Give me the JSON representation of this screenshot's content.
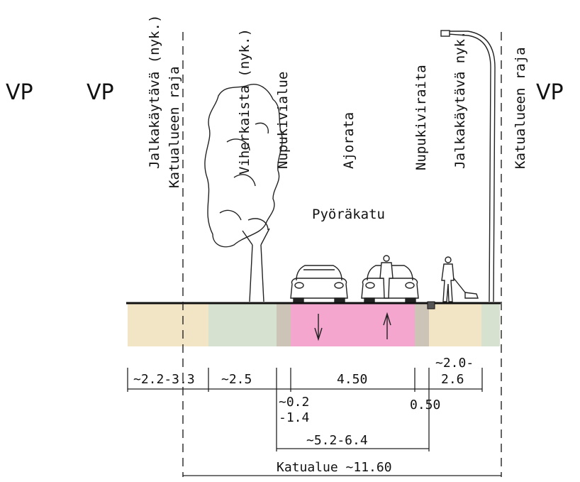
{
  "side_labels": {
    "left_outer": "VP",
    "left_inner": "VP",
    "right": "VP"
  },
  "vertical_labels": [
    "Jalkakäytävä (nyk.)",
    "Katualueen raja",
    "Viherkaista (nyk.)",
    "Nupukivialue",
    "Ajorata",
    "Nupukiviraita",
    "Jalkakäytävä nyk.",
    "Katualueen raja"
  ],
  "street_type": "Pyöräkatu",
  "zone_colors": {
    "sidewalk": "#f2e5c6",
    "green_strip": "#d6e2cf",
    "cobble": "#cdc4b8",
    "roadway": "#f4a6cf"
  },
  "dimensions": {
    "sidewalk_left": "~2.2-3.3",
    "green_strip": "~2.5",
    "roadway": "4.50",
    "sidewalk_right_line1": "~2.0-",
    "sidewalk_right_line2": "2.6",
    "cobble_left_line1": "~0.2",
    "cobble_left_line2": "-1.4",
    "cobble_right": "0.50",
    "roadway_total": "~5.2-6.4",
    "street_area": "Katualue ~11.60"
  }
}
